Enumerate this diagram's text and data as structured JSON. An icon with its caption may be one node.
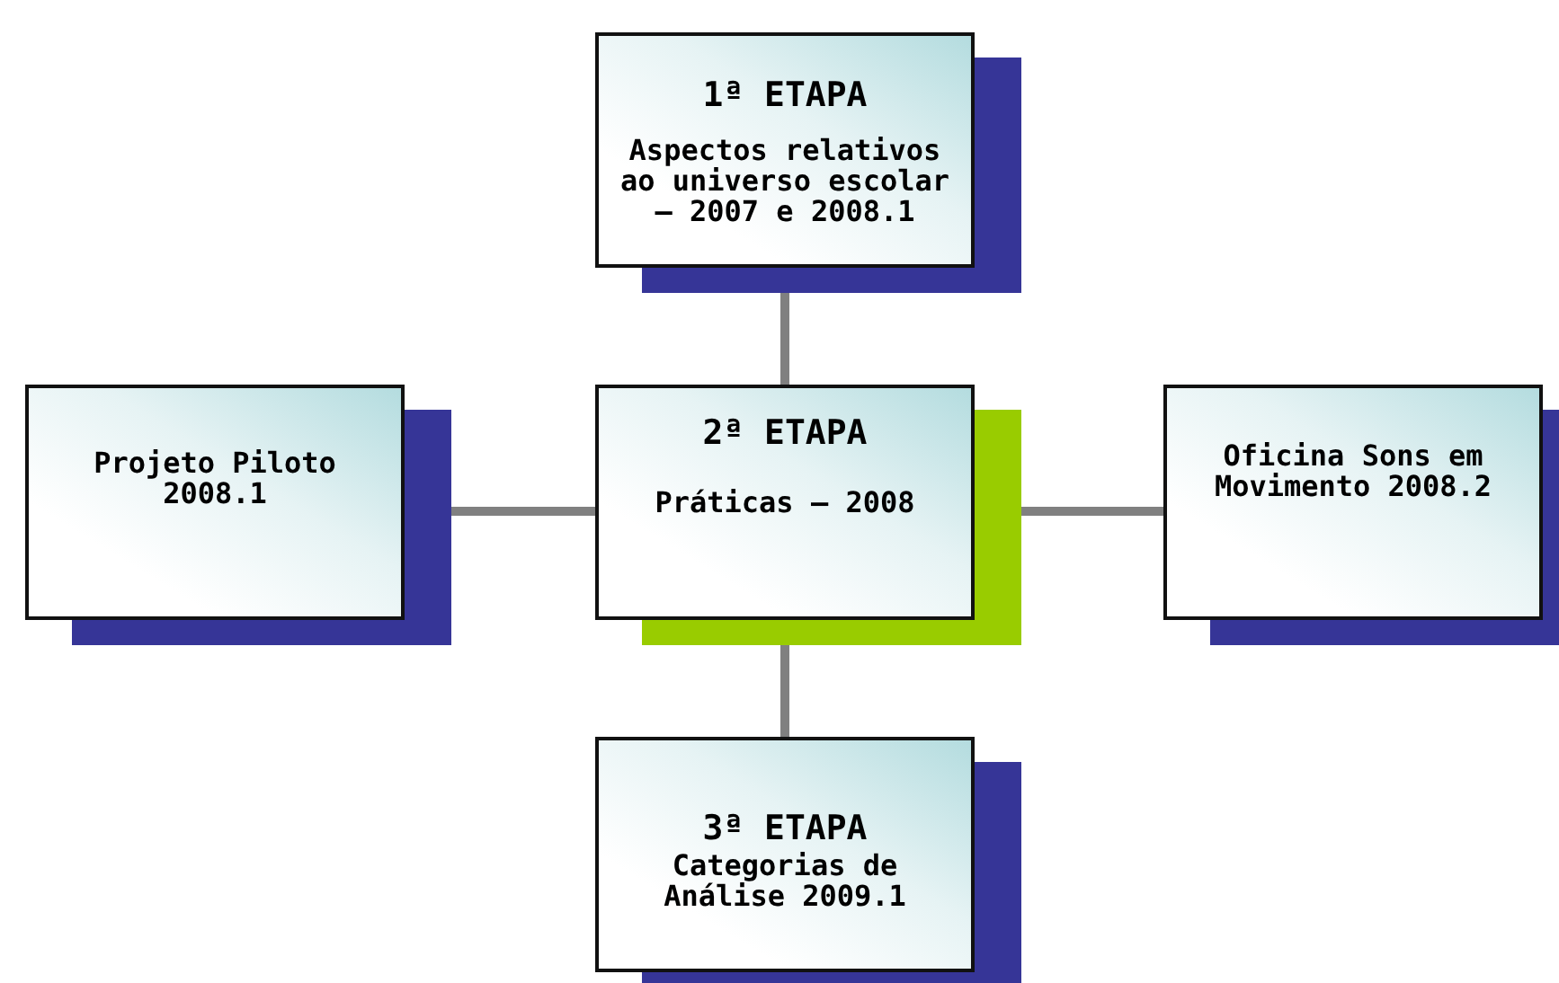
{
  "diagram": {
    "nodes": [
      {
        "text": [
          "1ª ETAPA",
          "Aspectos relativos ao universo escolar – 2007 e 2008.1"
        ]
      },
      {
        "text": [
          "Projeto Piloto 2008.1"
        ]
      },
      {
        "text": [
          "2ª ETAPA",
          "Práticas – 2008"
        ]
      },
      {
        "text": [
          "Oficina Sons em Movimento 2008.2"
        ]
      },
      {
        "text": [
          "3ª ETAPA",
          "Categorias de Análise 2009.1"
        ]
      }
    ],
    "edges": [
      {
        "from": 2,
        "to": 0,
        "arrow": "none"
      },
      {
        "from": 2,
        "to": 1,
        "arrow": "none"
      },
      {
        "from": 2,
        "to": 3,
        "arrow": "none"
      },
      {
        "from": 2,
        "to": 4,
        "arrow": "none"
      }
    ]
  }
}
